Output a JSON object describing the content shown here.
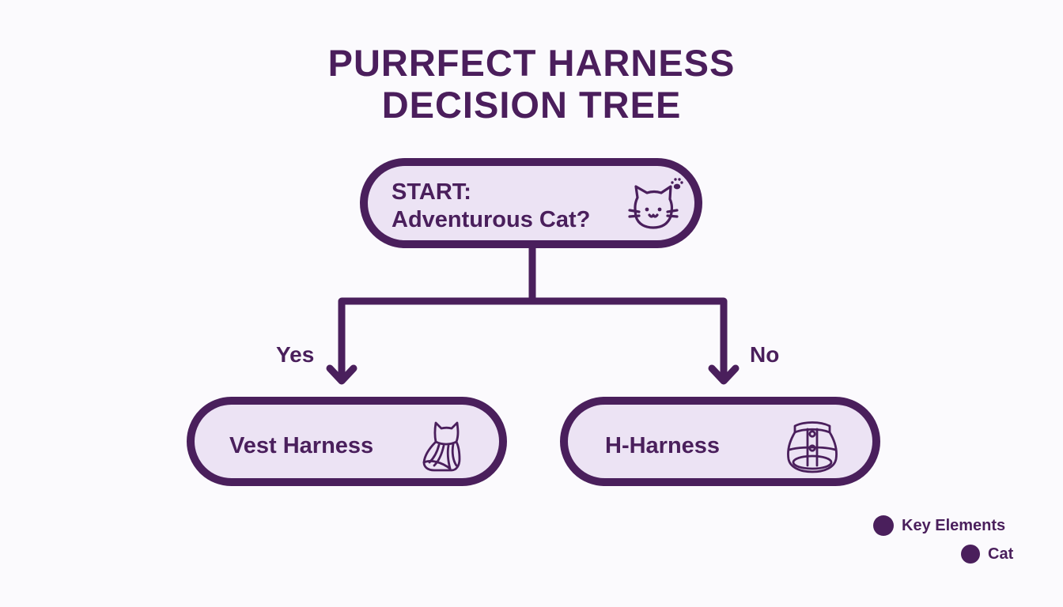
{
  "title": {
    "line1": "PURRFECT HARNESS",
    "line2": "DECISION TREE"
  },
  "colors": {
    "primary": "#4a1f5c",
    "node_fill": "#ece3f4",
    "background": "#fbfafd"
  },
  "nodes": {
    "start": {
      "line1": "START:",
      "line2": "Adventurous Cat?",
      "icon": "cat-face-with-paw-icon"
    },
    "yes_result": {
      "label": "Vest Harness",
      "icon": "cat-vest-harness-icon"
    },
    "no_result": {
      "label": "H-Harness",
      "icon": "h-harness-icon"
    }
  },
  "branches": {
    "yes": "Yes",
    "no": "No"
  },
  "legend": [
    {
      "label": "Key Elements"
    },
    {
      "label": "Cat"
    }
  ]
}
